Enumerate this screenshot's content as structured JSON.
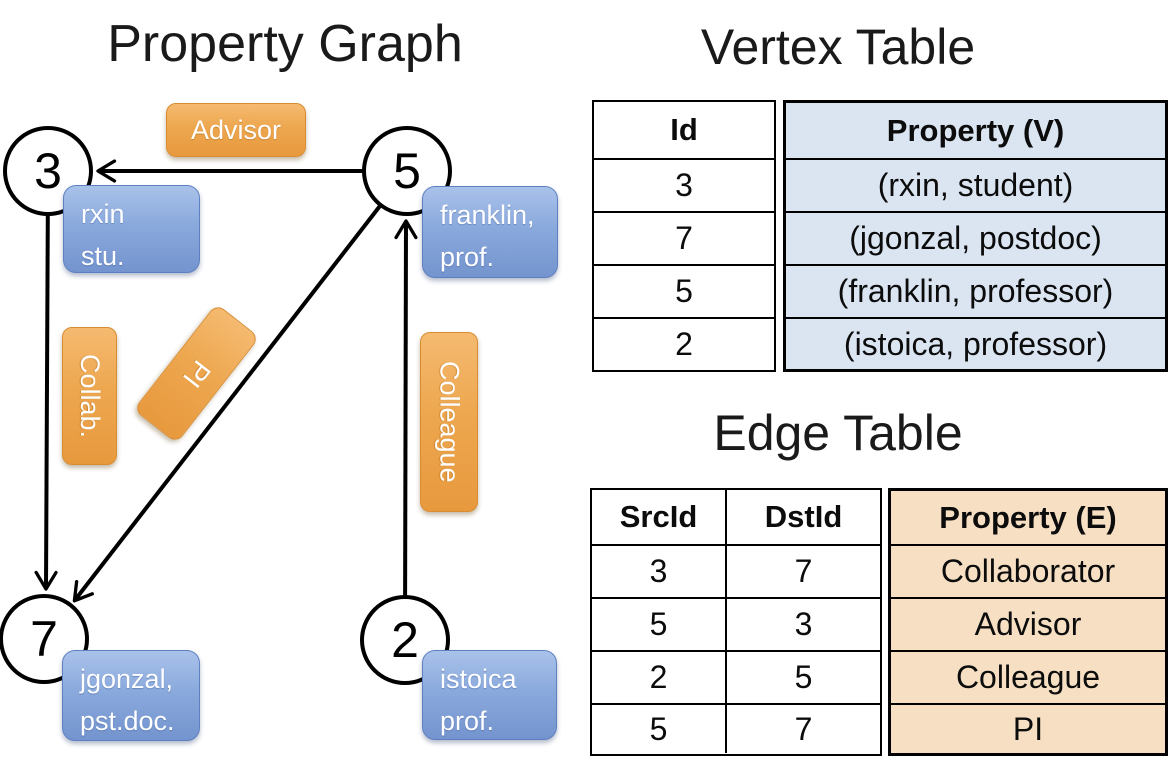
{
  "palette": {
    "edge_label_orange_top": "#f5ba70",
    "edge_label_orange_bottom": "#e8993e",
    "vertex_label_blue_top": "#a9c2ea",
    "vertex_label_blue_bottom": "#7494cf",
    "vertex_property_bg": "#dbe5f2",
    "edge_property_bg": "#f6dfc3",
    "line_color": "#000000",
    "text_on_labels": "#ffffff"
  },
  "graph": {
    "title": "Property Graph",
    "nodes": [
      {
        "id": "3",
        "label_line1": "rxin",
        "label_line2": "stu."
      },
      {
        "id": "5",
        "label_line1": "franklin,",
        "label_line2": "prof."
      },
      {
        "id": "7",
        "label_line1": "jgonzal,",
        "label_line2": "pst.doc."
      },
      {
        "id": "2",
        "label_line1": "istoica",
        "label_line2": "prof."
      }
    ],
    "edges": [
      {
        "label": "Advisor",
        "src": "5",
        "dst": "3"
      },
      {
        "label": "Collab.",
        "src": "3",
        "dst": "7"
      },
      {
        "label": "PI",
        "src": "5",
        "dst": "7"
      },
      {
        "label": "Colleague",
        "src": "2",
        "dst": "5"
      }
    ]
  },
  "vertex_table": {
    "title": "Vertex Table",
    "columns": {
      "id": "Id",
      "property": "Property (V)"
    },
    "rows": [
      {
        "id": "3",
        "property": "(rxin, student)"
      },
      {
        "id": "7",
        "property": "(jgonzal, postdoc)"
      },
      {
        "id": "5",
        "property": "(franklin, professor)"
      },
      {
        "id": "2",
        "property": "(istoica, professor)"
      }
    ]
  },
  "edge_table": {
    "title": "Edge Table",
    "columns": {
      "src": "SrcId",
      "dst": "DstId",
      "property": "Property (E)"
    },
    "rows": [
      {
        "src": "3",
        "dst": "7",
        "property": "Collaborator"
      },
      {
        "src": "5",
        "dst": "3",
        "property": "Advisor"
      },
      {
        "src": "2",
        "dst": "5",
        "property": "Colleague"
      },
      {
        "src": "5",
        "dst": "7",
        "property": "PI"
      }
    ]
  }
}
